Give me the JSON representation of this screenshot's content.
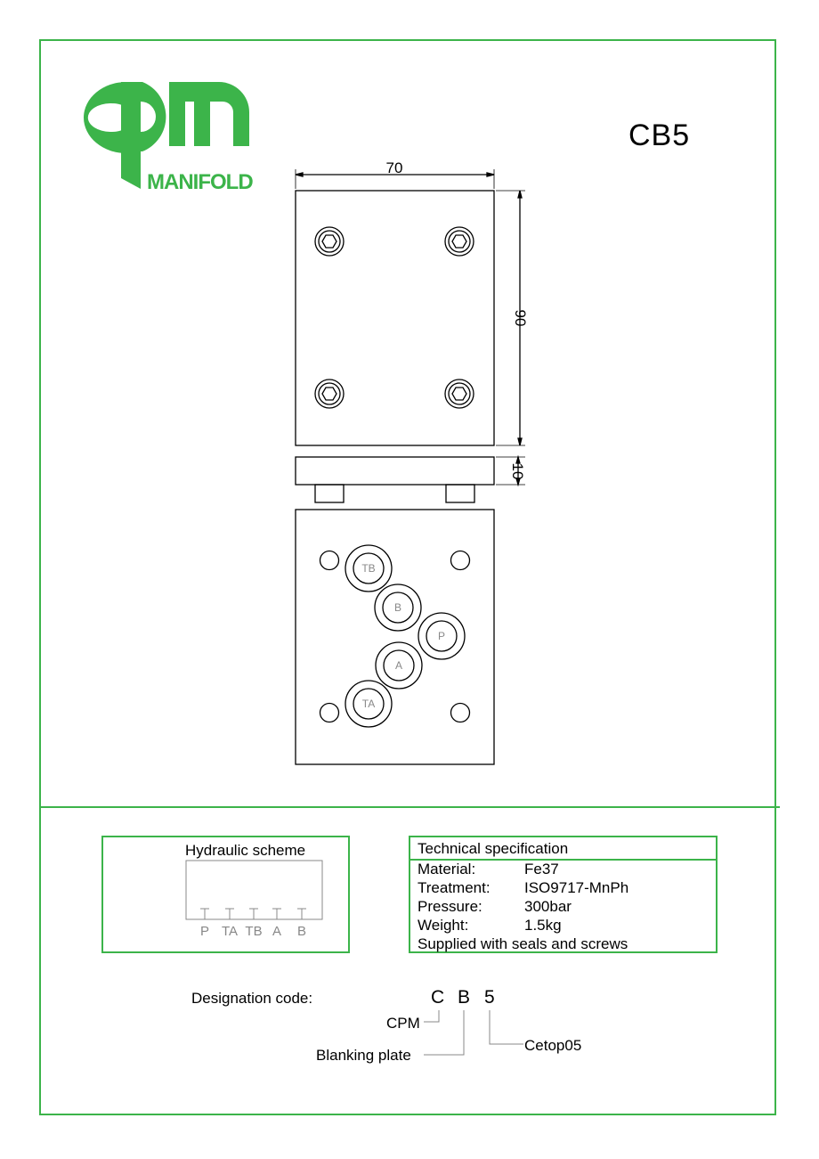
{
  "logo": {
    "letters": "cpm",
    "word": "MANIFOLD",
    "color": "#3cb44a"
  },
  "product_code": "CB5",
  "drawing": {
    "dim_width": "70",
    "dim_height": "90",
    "dim_thickness": "10",
    "ports": [
      "TB",
      "B",
      "P",
      "A",
      "TA"
    ]
  },
  "hydraulic": {
    "title": "Hydraulic scheme",
    "ports": [
      "P",
      "TA",
      "TB",
      "A",
      "B"
    ]
  },
  "spec": {
    "title": "Technical specification",
    "rows": [
      {
        "label": "Material:",
        "value": "Fe37"
      },
      {
        "label": "Treatment:",
        "value": "ISO9717-MnPh"
      },
      {
        "label": "Pressure:",
        "value": "300bar"
      },
      {
        "label": "Weight:",
        "value": "1.5kg"
      }
    ],
    "note": "Supplied with seals and screws"
  },
  "designation": {
    "label": "Designation code:",
    "chars": [
      "C",
      "B",
      "5"
    ],
    "cpm": "CPM",
    "blanking": "Blanking plate",
    "cetop": "Cetop05"
  }
}
